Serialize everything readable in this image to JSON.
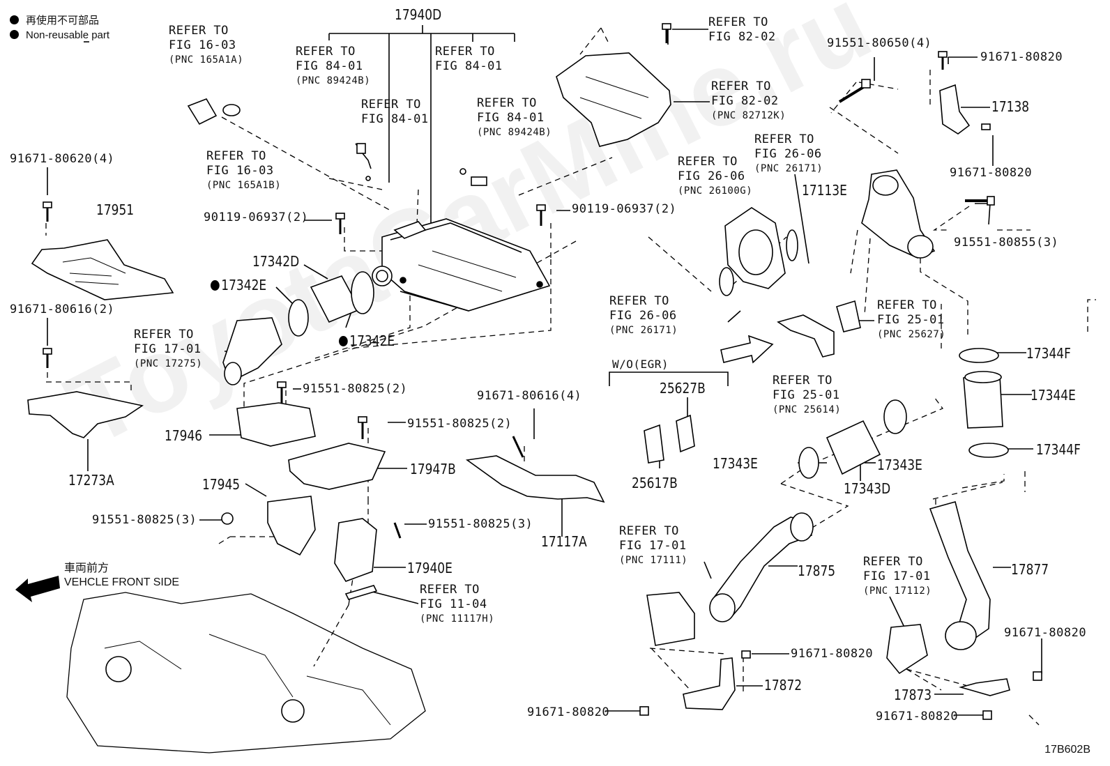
{
  "legend": {
    "jp": "再使用不可部品",
    "en": "Non-reusable part"
  },
  "watermark": "ToyotaCarMine.ru",
  "front": {
    "jp": "車両前方",
    "en": "VEHCLE FRONT SIDE"
  },
  "figure_code": "17B602B",
  "variant_label": "W/O(EGR)",
  "labels": [
    {
      "id": "l1",
      "text": "REFER TO\nFIG 16-03",
      "pnc": "(PNC 165A1A)"
    },
    {
      "id": "l2",
      "text": "17940D"
    },
    {
      "id": "l3",
      "text": "REFER TO\nFIG 84-01",
      "pnc": "(PNC 89424B)"
    },
    {
      "id": "l4",
      "text": "REFER TO\nFIG 84-01"
    },
    {
      "id": "l5",
      "text": "REFER TO\nFIG 84-01"
    },
    {
      "id": "l6",
      "text": "REFER TO\nFIG 84-01",
      "pnc": "(PNC 89424B)"
    },
    {
      "id": "l7",
      "text": "REFER TO\nFIG 82-02"
    },
    {
      "id": "l8",
      "text": "REFER TO\nFIG 82-02",
      "pnc": "(PNC 82712K)"
    },
    {
      "id": "l9",
      "text": "91551-80650(4)"
    },
    {
      "id": "l10",
      "text": "91671-80820"
    },
    {
      "id": "l11",
      "text": "17138"
    },
    {
      "id": "l12",
      "text": "91671-80820"
    },
    {
      "id": "l13",
      "text": "REFER TO\nFIG 16-03",
      "pnc": "(PNC 165A1B)"
    },
    {
      "id": "l14",
      "text": "91671-80620(4)"
    },
    {
      "id": "l15",
      "text": "17951"
    },
    {
      "id": "l16",
      "text": "90119-06937(2)"
    },
    {
      "id": "l17",
      "text": "90119-06937(2)"
    },
    {
      "id": "l18",
      "text": "REFER TO\nFIG 26-06",
      "pnc": "(PNC 26171)"
    },
    {
      "id": "l19",
      "text": "REFER TO\nFIG 26-06",
      "pnc": "(PNC 26100G)"
    },
    {
      "id": "l20",
      "text": "17113E"
    },
    {
      "id": "l21",
      "text": "91551-80855(3)"
    },
    {
      "id": "l22",
      "text": "17342D"
    },
    {
      "id": "l23",
      "text": "17342E"
    },
    {
      "id": "l24",
      "text": "17342E"
    },
    {
      "id": "l25",
      "text": "91671-80616(2)"
    },
    {
      "id": "l26",
      "text": "REFER TO\nFIG 17-01",
      "pnc": "(PNC 17275)"
    },
    {
      "id": "l27",
      "text": "REFER TO\nFIG 26-06",
      "pnc": "(PNC 26171)"
    },
    {
      "id": "l28",
      "text": "REFER TO\nFIG 25-01",
      "pnc": "(PNC 25627)"
    },
    {
      "id": "l29",
      "text": "17344F"
    },
    {
      "id": "l30",
      "text": "REFER TO\nFIG 25-01",
      "pnc": "(PNC 25614)"
    },
    {
      "id": "l31",
      "text": "91551-80825(2)"
    },
    {
      "id": "l32",
      "text": "91671-80616(4)"
    },
    {
      "id": "l33",
      "text": "91551-80825(2)"
    },
    {
      "id": "l34",
      "text": "17946"
    },
    {
      "id": "l35",
      "text": "17273A"
    },
    {
      "id": "l36",
      "text": "17947B"
    },
    {
      "id": "l37",
      "text": "25627B"
    },
    {
      "id": "l38",
      "text": "17344E"
    },
    {
      "id": "l39",
      "text": "17343E"
    },
    {
      "id": "l40",
      "text": "17343E"
    },
    {
      "id": "l41",
      "text": "17344F"
    },
    {
      "id": "l42",
      "text": "17945"
    },
    {
      "id": "l43",
      "text": "25617B"
    },
    {
      "id": "l44",
      "text": "17343D"
    },
    {
      "id": "l45",
      "text": "91551-80825(3)"
    },
    {
      "id": "l46",
      "text": "91551-80825(3)"
    },
    {
      "id": "l47",
      "text": "17117A"
    },
    {
      "id": "l48",
      "text": "REFER TO\nFIG 17-01",
      "pnc": "(PNC 17111)"
    },
    {
      "id": "l49",
      "text": "17877"
    },
    {
      "id": "l50",
      "text": "17940E"
    },
    {
      "id": "l51",
      "text": "17875"
    },
    {
      "id": "l52",
      "text": "REFER TO\nFIG 17-01",
      "pnc": "(PNC 17112)"
    },
    {
      "id": "l53",
      "text": "REFER TO\nFIG 11-04",
      "pnc": "(PNC 11117H)"
    },
    {
      "id": "l54",
      "text": "91671-80820"
    },
    {
      "id": "l55",
      "text": "91671-80820"
    },
    {
      "id": "l56",
      "text": "17872"
    },
    {
      "id": "l57",
      "text": "91671-80820"
    },
    {
      "id": "l58",
      "text": "17873"
    },
    {
      "id": "l59",
      "text": "91671-80820"
    }
  ]
}
